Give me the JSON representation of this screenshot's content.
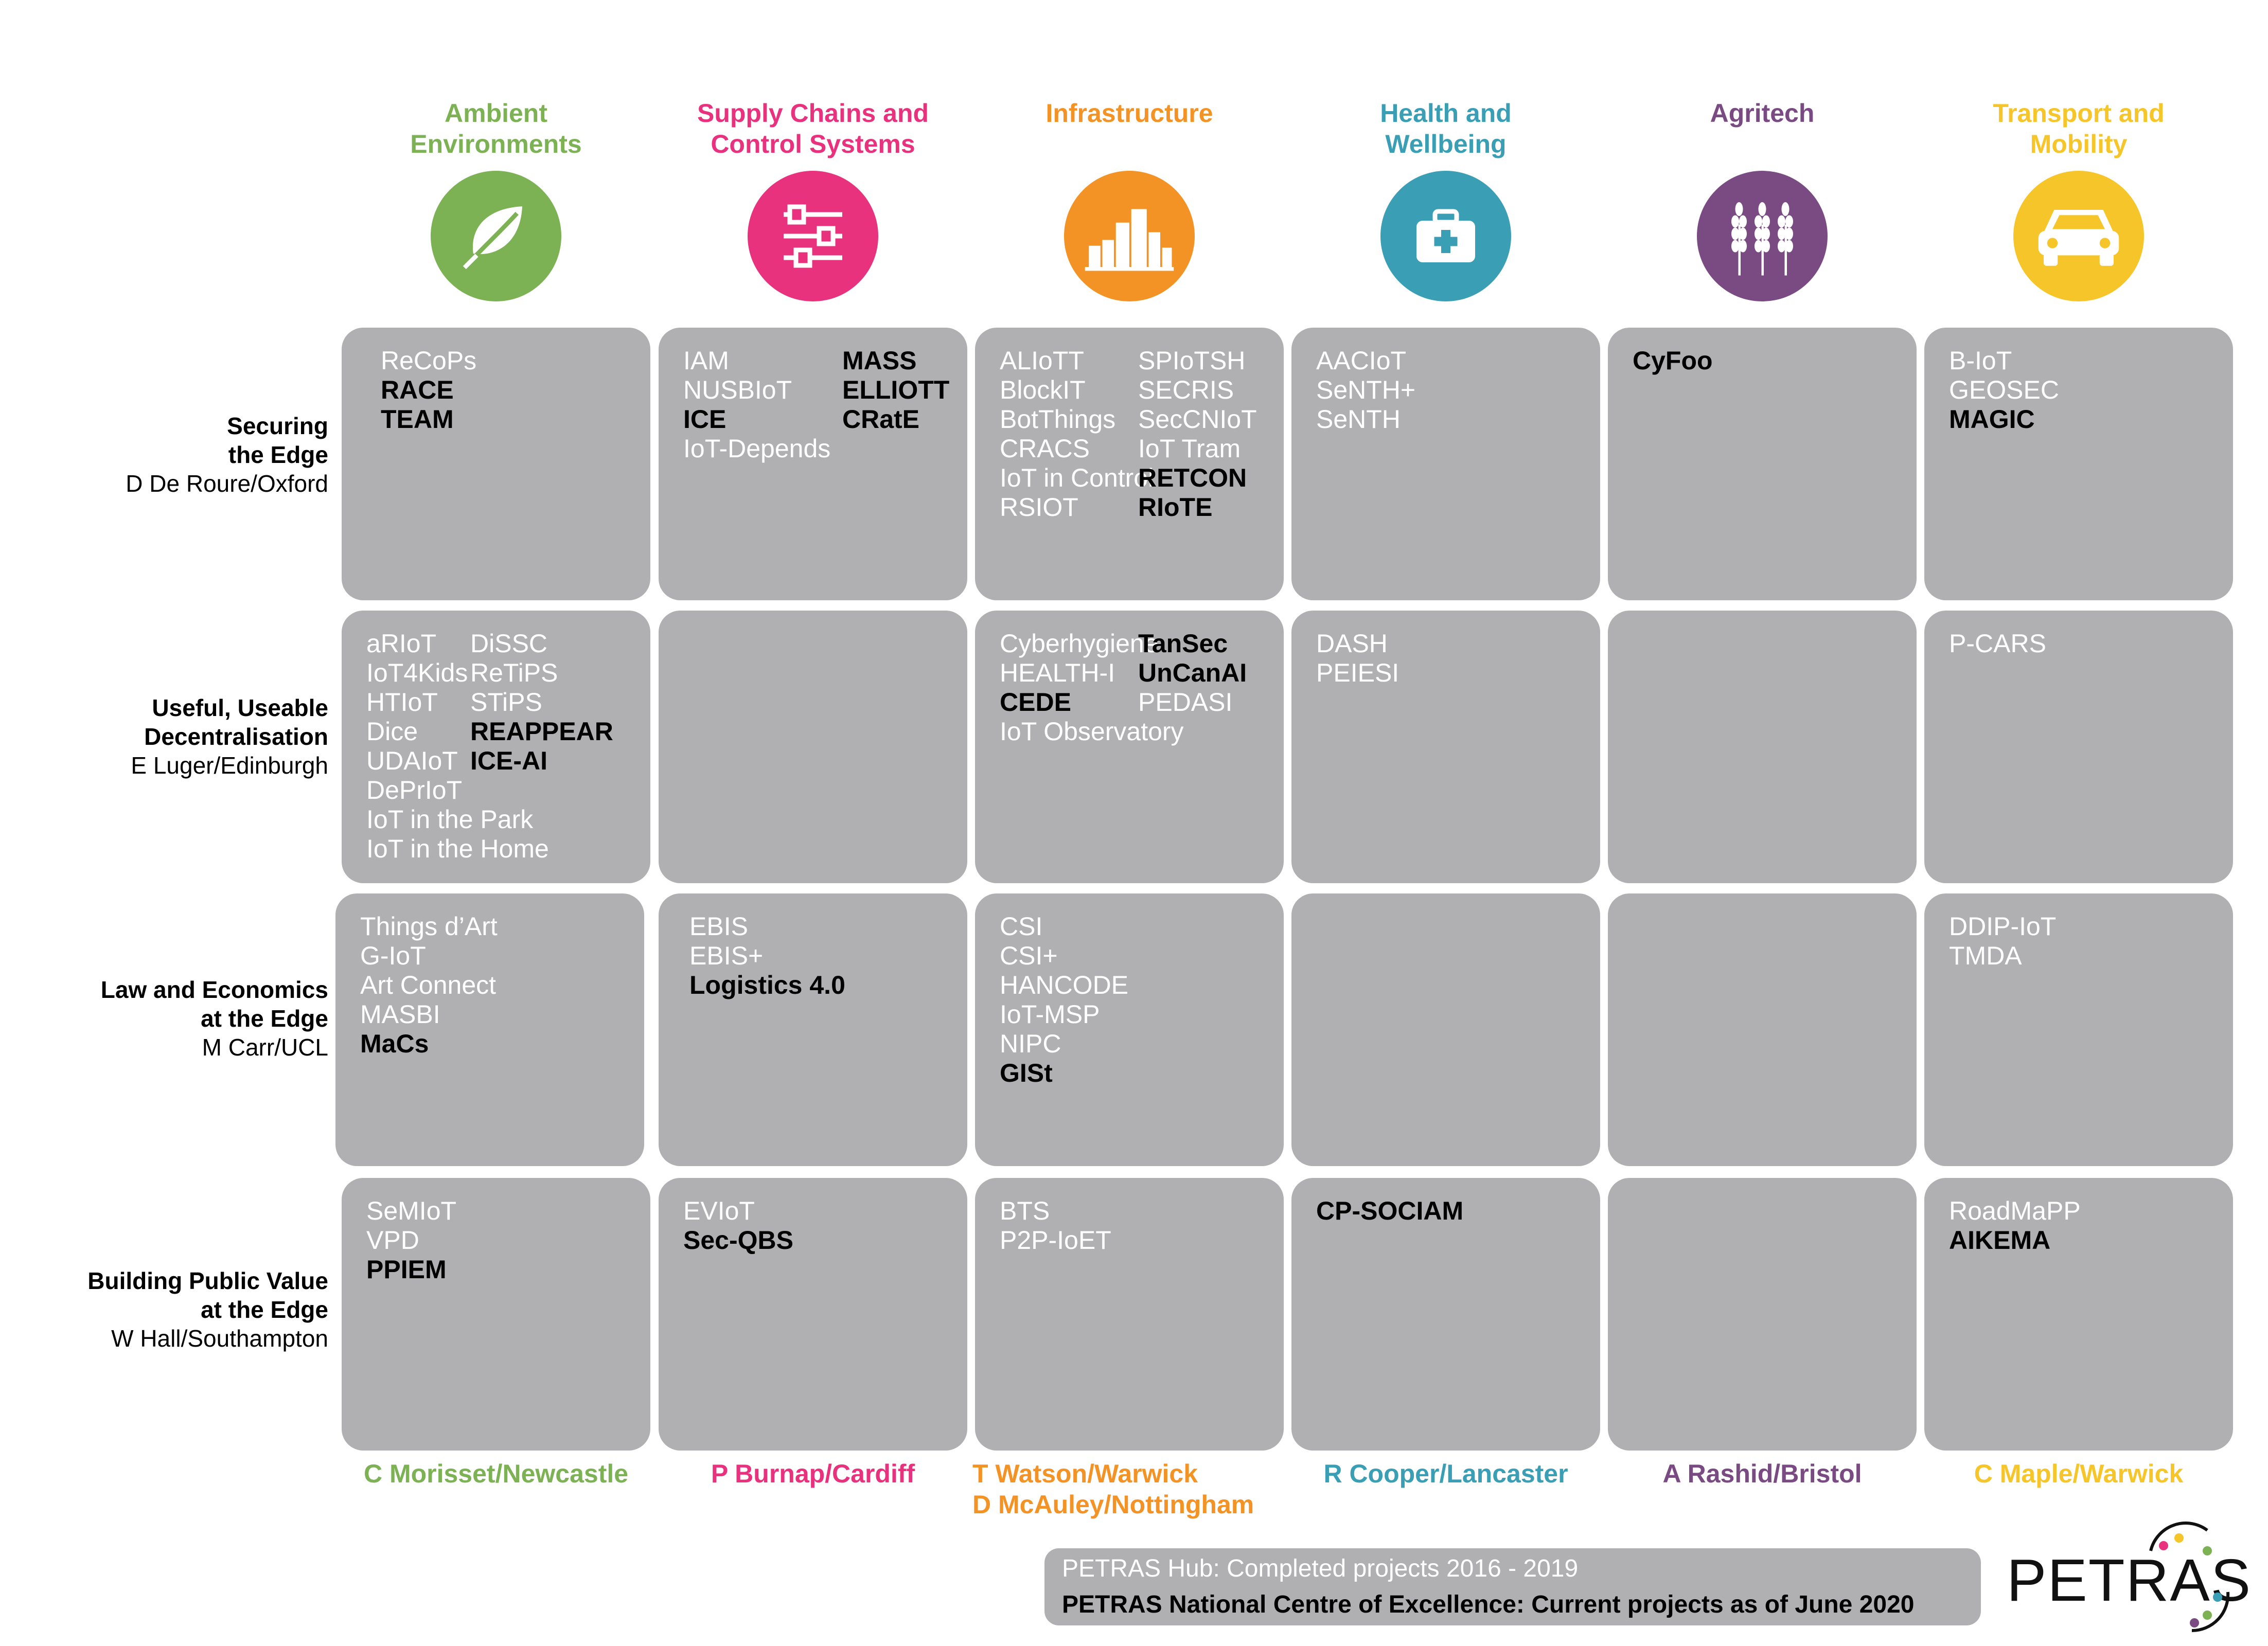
{
  "sectors": [
    {
      "title": "Ambient\nEnvironments",
      "color": "#7cb154",
      "icon": "leaf-icon",
      "lead": [
        "C Morisset/Newcastle"
      ]
    },
    {
      "title": "Supply Chains and\nControl Systems",
      "color": "#e8327d",
      "icon": "sliders-icon",
      "lead": [
        "P Burnap/Cardiff"
      ]
    },
    {
      "title": "Infrastructure",
      "color": "#f39325",
      "icon": "city-buildings-icon",
      "lead": [
        "T Watson/Warwick",
        "D McAuley/Nottingham"
      ]
    },
    {
      "title": "Health and\nWellbeing",
      "color": "#3a9eb5",
      "icon": "medical-kit-icon",
      "lead": [
        "R Cooper/Lancaster"
      ]
    },
    {
      "title": "Agritech",
      "color": "#7a4a82",
      "icon": "wheat-icon",
      "lead": [
        "A Rashid/Bristol"
      ]
    },
    {
      "title": "Transport and\nMobility",
      "color": "#f5c52a",
      "icon": "car-icon",
      "lead": [
        "C Maple/Warwick"
      ]
    }
  ],
  "rows": [
    {
      "title": "Securing\nthe Edge",
      "lead": "D De Roure/Oxford"
    },
    {
      "title": "Useful, Useable\nDecentralisation",
      "lead": "E Luger/Edinburgh"
    },
    {
      "title": "Law and Economics\nat the Edge",
      "lead": "M Carr/UCL"
    },
    {
      "title": "Building Public Value\nat the Edge",
      "lead": "W Hall/Southampton"
    }
  ],
  "cells": [
    [
      [
        [
          {
            "t": "ReCoPs",
            "s": "done"
          },
          {
            "t": "RACE",
            "s": "current"
          },
          {
            "t": "TEAM",
            "s": "current"
          }
        ]
      ],
      [
        [
          {
            "t": "IAM",
            "s": "done"
          },
          {
            "t": "NUSBIoT",
            "s": "done"
          },
          {
            "t": "ICE",
            "s": "current"
          },
          {
            "t": "IoT-Depends",
            "s": "done"
          }
        ],
        [
          {
            "t": "MASS",
            "s": "current"
          },
          {
            "t": "ELLIOTT",
            "s": "current"
          },
          {
            "t": "CRatE",
            "s": "current"
          }
        ]
      ],
      [
        [
          {
            "t": "ALIoTT",
            "s": "done"
          },
          {
            "t": "BlockIT",
            "s": "done"
          },
          {
            "t": "BotThings",
            "s": "done"
          },
          {
            "t": "CRACS",
            "s": "done"
          },
          {
            "t": "IoT in Control",
            "s": "done"
          },
          {
            "t": "RSIOT",
            "s": "done"
          }
        ],
        [
          {
            "t": "SPIoTSH",
            "s": "done"
          },
          {
            "t": "SECRIS",
            "s": "done"
          },
          {
            "t": "SecCNIoT",
            "s": "done"
          },
          {
            "t": "IoT Tram",
            "s": "done"
          },
          {
            "t": "RETCON",
            "s": "current"
          },
          {
            "t": "RIoTE",
            "s": "current"
          }
        ]
      ],
      [
        [
          {
            "t": "AACIoT",
            "s": "done"
          },
          {
            "t": "SeNTH+",
            "s": "done"
          },
          {
            "t": "SeNTH",
            "s": "done"
          }
        ]
      ],
      [
        [
          {
            "t": "CyFoo",
            "s": "current"
          }
        ]
      ],
      [
        [
          {
            "t": "B-IoT",
            "s": "done"
          },
          {
            "t": "GEOSEC",
            "s": "done"
          },
          {
            "t": "MAGIC",
            "s": "current"
          }
        ]
      ]
    ],
    [
      [
        [
          {
            "t": "aRIoT",
            "s": "done"
          },
          {
            "t": "IoT4Kids",
            "s": "done"
          },
          {
            "t": "HTIoT",
            "s": "done"
          },
          {
            "t": "Dice",
            "s": "done"
          },
          {
            "t": "UDAIoT",
            "s": "done"
          },
          {
            "t": "DePrIoT",
            "s": "done"
          },
          {
            "t": "IoT in the Park",
            "s": "done"
          },
          {
            "t": "IoT in the Home",
            "s": "done"
          }
        ],
        [
          {
            "t": "DiSSC",
            "s": "done"
          },
          {
            "t": "ReTiPS",
            "s": "done"
          },
          {
            "t": "STiPS",
            "s": "done"
          },
          {
            "t": "REAPPEAR",
            "s": "current"
          },
          {
            "t": "ICE-AI",
            "s": "current"
          }
        ]
      ],
      [],
      [
        [
          {
            "t": "Cyberhygiene",
            "s": "done"
          },
          {
            "t": "HEALTH-I",
            "s": "done"
          },
          {
            "t": "CEDE",
            "s": "current"
          },
          {
            "t": "IoT Observatory",
            "s": "done"
          }
        ],
        [
          {
            "t": "TanSec",
            "s": "current"
          },
          {
            "t": "UnCanAI",
            "s": "current"
          },
          {
            "t": "PEDASI",
            "s": "done"
          }
        ]
      ],
      [
        [
          {
            "t": "DASH",
            "s": "done"
          },
          {
            "t": "PEIESI",
            "s": "done"
          }
        ]
      ],
      [],
      [
        [
          {
            "t": "P-CARS",
            "s": "done"
          }
        ]
      ]
    ],
    [
      [
        [
          {
            "t": "Things d’Art",
            "s": "done"
          },
          {
            "t": "G-IoT",
            "s": "done"
          },
          {
            "t": "Art Connect",
            "s": "done"
          },
          {
            "t": "MASBI",
            "s": "done"
          },
          {
            "t": "MaCs",
            "s": "current"
          }
        ]
      ],
      [
        [
          {
            "t": "EBIS",
            "s": "done"
          },
          {
            "t": "EBIS+",
            "s": "done"
          },
          {
            "t": "Logistics 4.0",
            "s": "current"
          }
        ]
      ],
      [
        [
          {
            "t": "CSI",
            "s": "done"
          },
          {
            "t": "CSI+",
            "s": "done"
          },
          {
            "t": "HANCODE",
            "s": "done"
          },
          {
            "t": "IoT-MSP",
            "s": "done"
          },
          {
            "t": "NIPC",
            "s": "done"
          },
          {
            "t": "GISt",
            "s": "current"
          }
        ]
      ],
      [],
      [],
      [
        [
          {
            "t": "DDIP-IoT",
            "s": "done"
          },
          {
            "t": "TMDA",
            "s": "done"
          }
        ]
      ]
    ],
    [
      [
        [
          {
            "t": "SeMIoT",
            "s": "done"
          },
          {
            "t": "VPD",
            "s": "done"
          },
          {
            "t": "PPIEM",
            "s": "current"
          }
        ]
      ],
      [
        [
          {
            "t": "EVIoT",
            "s": "done"
          },
          {
            "t": "Sec-QBS",
            "s": "current"
          }
        ]
      ],
      [
        [
          {
            "t": "BTS",
            "s": "done"
          },
          {
            "t": "P2P-IoET",
            "s": "done"
          }
        ]
      ],
      [
        [
          {
            "t": "CP-SOCIAM",
            "s": "current"
          }
        ]
      ],
      [],
      [
        [
          {
            "t": "RoadMaPP",
            "s": "done"
          },
          {
            "t": "AIKEMA",
            "s": "current"
          }
        ]
      ]
    ]
  ],
  "legend": {
    "completed": "PETRAS Hub: Completed projects 2016 - 2019",
    "current": "PETRAS National Centre of Excellence: Current projects as of June 2020"
  },
  "logo": {
    "text": "PETRAS",
    "dot_colors": [
      "#e8327d",
      "#f5c52a",
      "#3a9eb5",
      "#7cb154",
      "#7a4a82",
      "#f39325"
    ]
  }
}
